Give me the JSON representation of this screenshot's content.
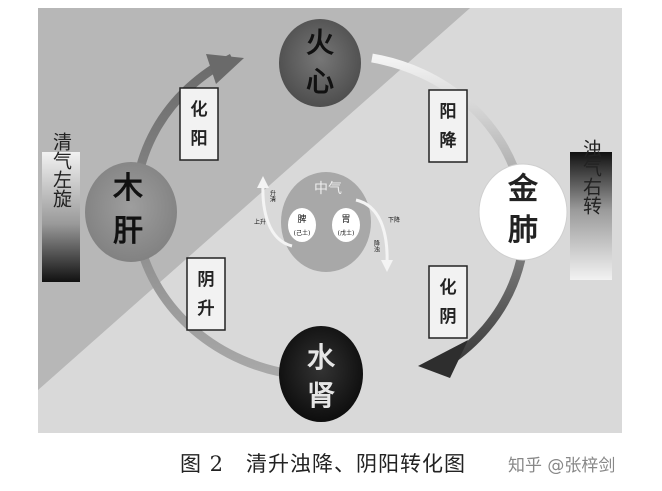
{
  "organs": {
    "fire": {
      "element": "火",
      "organ": "心"
    },
    "metal": {
      "element": "金",
      "organ": "肺"
    },
    "water": {
      "element": "水",
      "organ": "肾"
    },
    "wood": {
      "element": "木",
      "organ": "肝"
    }
  },
  "center": {
    "label": "中气",
    "spleen": "脾",
    "spleen_sub": "(己土)",
    "stomach": "胃",
    "stomach_sub": "(戊土)",
    "left_up": "升清",
    "left_down": "上升",
    "right_up": "下降",
    "right_down": "降浊"
  },
  "boxes": {
    "top_left": [
      "化",
      "阳"
    ],
    "top_right": [
      "阳",
      "降"
    ],
    "bottom_left": [
      "阴",
      "升"
    ],
    "bottom_right": [
      "化",
      "阴"
    ]
  },
  "side_bars": {
    "left": "清气左旋",
    "right": "浊气右转"
  },
  "caption": "图 2　清升浊降、阴阳转化图",
  "watermark": "知乎 @张梓剑"
}
